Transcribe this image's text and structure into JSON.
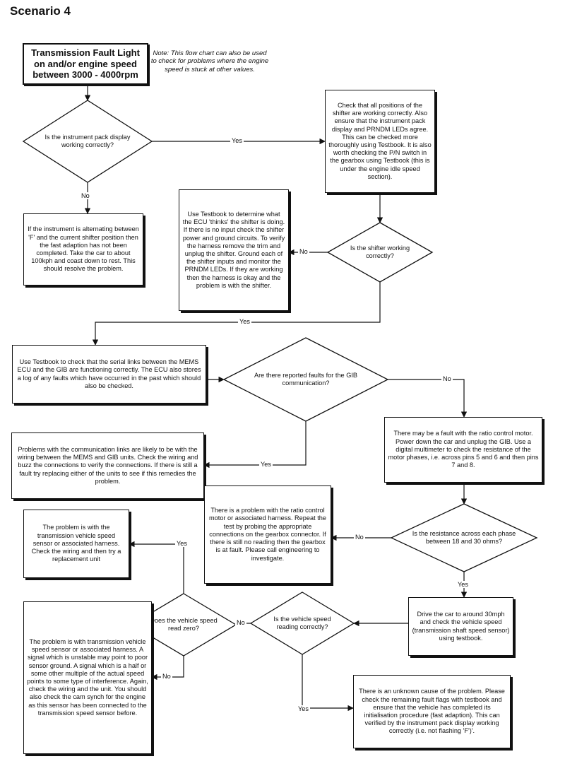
{
  "title": "Scenario 4",
  "note": "Note: This flow chart can also be used to check for problems where the engine speed is stuck at other values.",
  "start": "Transmission Fault Light on and/or engine speed between 3000 - 4000rpm",
  "decisions": {
    "instrument_pack": "Is the instrument pack display working correctly?",
    "shifter": "Is the shifter working correctly?",
    "gib_faults": "Are there reported faults for the GIB communication?",
    "resistance": "Is the resistance across each phase between 18 and 30 ohms?",
    "vehicle_speed_correct": "Is the vehicle speed reading correctly?",
    "speed_zero": "Does the vehicle speed read zero?"
  },
  "boxes": {
    "fast_adaption": "If the instrument is alternating between 'F' and the current shifter position then the fast adaption has not been completed.  Take the car to about 100kph and coast down to rest.  This should resolve the problem.",
    "shifter_positions": "Check that all positions of the shifter are working correctly.  Also ensure that the instrument pack display and PRNDM LEDs agree.  This can be checked more thoroughly using Testbook.  It is also worth checking the P/N switch in the gearbox using Testbook (this is under the engine idle speed section).",
    "ecu_thinks": "Use Testbook to determine what the ECU 'thinks' the shifter is doing.  If there is no input check the shifter power and ground circuits.  To verify the harness remove the trim and unplug the shifter. Ground each of the shifter inputs and monitor the PRNDM LEDs.  If they are working then the harness is okay and the problem is with the shifter.",
    "serial_links": "Use Testbook to check that the serial links between the MEMS ECU and the GIB are functioning correctly.  The ECU also stores a log of any faults which have occurred in the past which should also be checked.",
    "comm_links": "Problems with the communication links are likely to be with the wiring between the MEMS and GIB units.  Check the wiring and buzz the connections to verify the connections.  If there is still a fault try replacing either of the units to see if this remedies the problem.",
    "ratio_motor": "There may be a fault with the ratio control motor.  Power down the car and unplug the GIB.  Use a digital multimeter to check the resistance of the motor phases, i.e. across pins 5 and 6 and then pins 7 and 8.",
    "ratio_problem": "There is a problem with the ratio control motor or associated harness.  Repeat the test by probing the appropriate connections on the gearbox connector.  If there is still no reading then the gearbox is at fault.  Please call engineering to investigate.",
    "speed_sensor_replace": "The problem is with the transmission vehicle speed sensor or associated harness.  Check the wiring and then try a replacement unit",
    "drive_30mph": "Drive the car to around 30mph and check the vehicle speed (transmission shaft speed sensor) using testbook.",
    "speed_sensor_unstable": "The problem is with transmission vehicle speed sensor or associated harness.  A signal which is unstable may point to poor sensor ground.  A signal which is a half or some other multiple of the actual speed points to some type of interference.  Again, check the wiring and the unit.  You should also check the cam synch for the engine as this sensor has been connected to the transmission speed sensor before.",
    "unknown_cause": "There is an unknown cause of the problem.  Please check the remaining fault flags with testbook and ensure that the vehicle has completed its initialisation procedure (fast adaption).  This can verified by the instrument pack display working correctly (i.e. not flashing 'F')'."
  },
  "edge_labels": {
    "yes": "Yes",
    "no": "No"
  }
}
